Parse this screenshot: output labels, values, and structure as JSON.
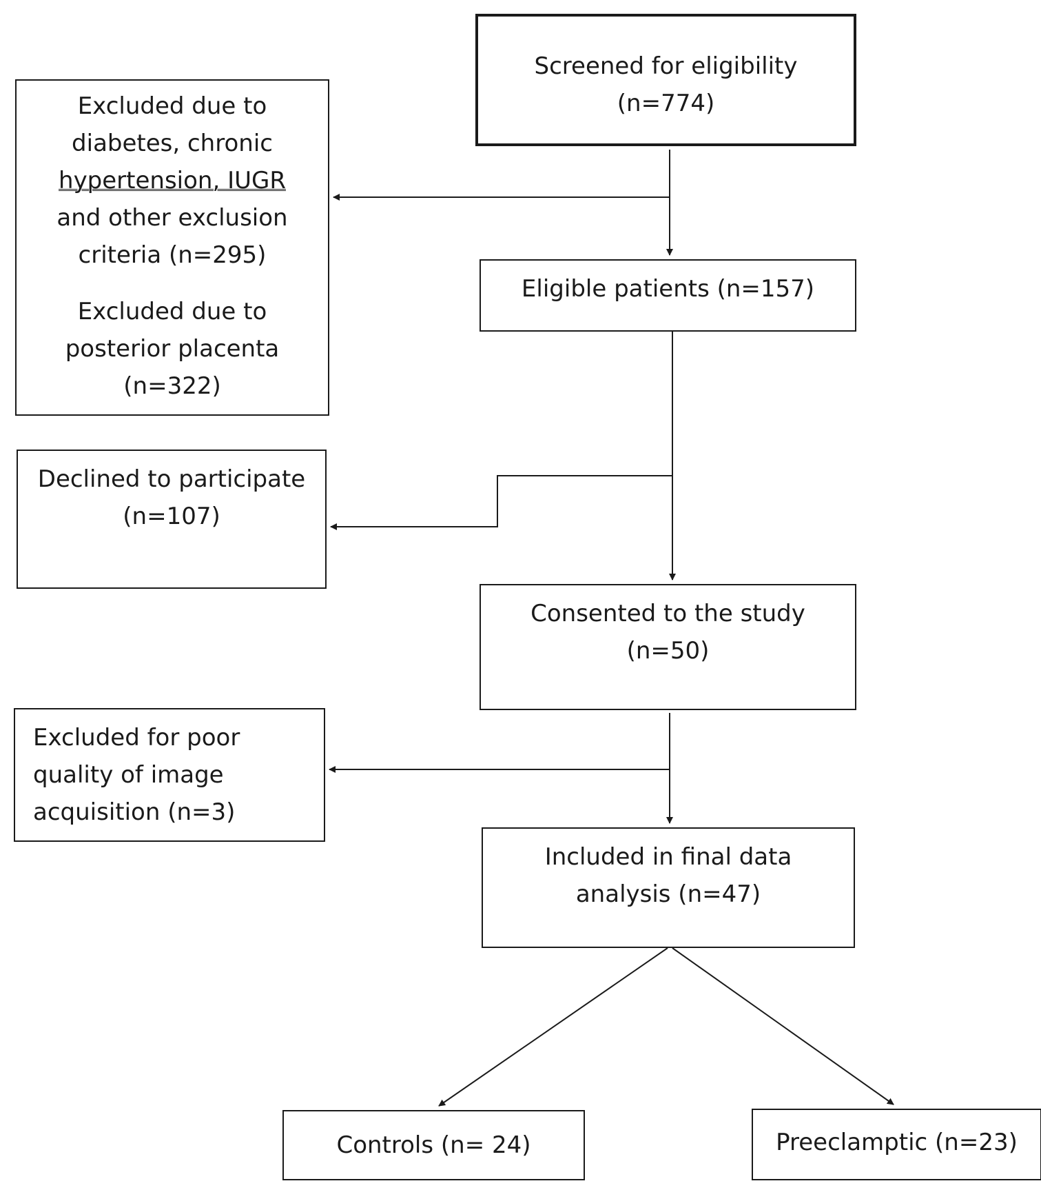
{
  "nodes": {
    "screened": {
      "line1": "Screened for eligibility",
      "line2": "(n=774)"
    },
    "excluded_criteria": {
      "line1": "Excluded due to",
      "line2": "diabetes, chronic",
      "line3": "hypertension,  IUGR",
      "line4": "and other exclusion",
      "line5": "criteria (n=295)"
    },
    "excluded_placenta": {
      "line1": "Excluded due to",
      "line2": "posterior placenta",
      "line3": "(n=322)"
    },
    "eligible": {
      "line1": "Eligible patients (n=157)"
    },
    "declined": {
      "line1": "Declined to participate",
      "line2": "(n=107)"
    },
    "consented": {
      "line1": "Consented to the study",
      "line2": "(n=50)"
    },
    "excluded_poor_quality": {
      "line1": "Excluded for poor",
      "line2": "quality of image",
      "line3": "acquisition (n=3)"
    },
    "included": {
      "line1": "Included in final data",
      "line2": "analysis (n=47)"
    },
    "controls": {
      "line1": "Controls (n= 24)"
    },
    "preeclamptic": {
      "line1": "Preeclamptic (n=23)"
    }
  }
}
